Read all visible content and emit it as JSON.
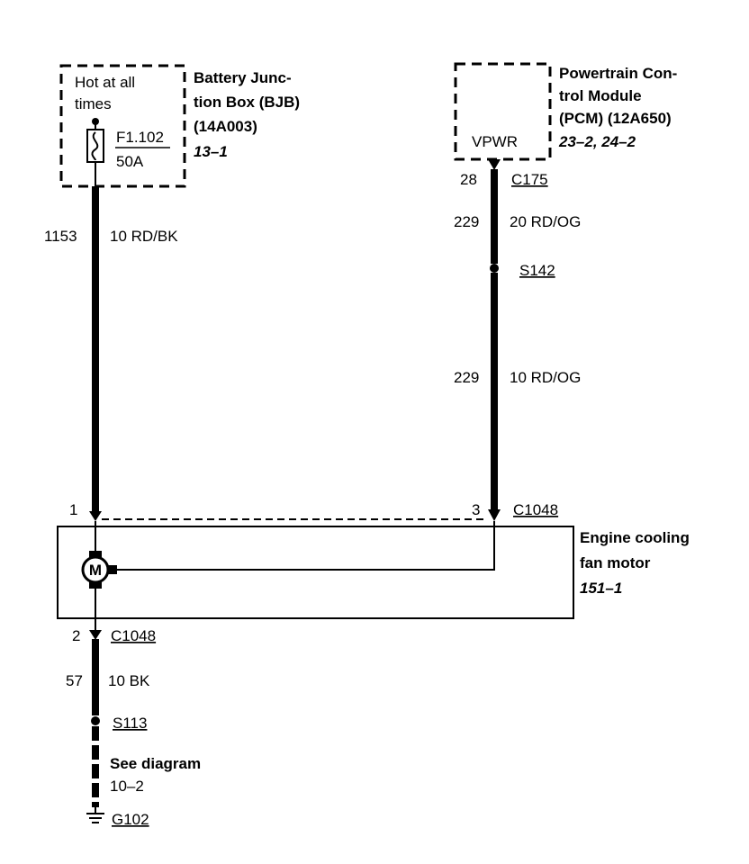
{
  "bjb": {
    "hot_line1": "Hot at all",
    "hot_line2": "times",
    "fuse_id": "F1.102",
    "fuse_rating": "50A",
    "name_line1": "Battery Junc-",
    "name_line2": "tion Box (BJB)",
    "part_number": "(14A003)",
    "page_ref": "13–1"
  },
  "pcm": {
    "pin_label": "VPWR",
    "name_line1": "Powertrain Con-",
    "name_line2": "trol Module",
    "name_line3": "(PCM) (12A650)",
    "page_ref": "23–2, 24–2",
    "pin_number": "28",
    "connector": "C175"
  },
  "wires": {
    "left_circuit": "1153",
    "left_gauge_color": "10 RD/BK",
    "right_upper_circuit": "229",
    "right_upper_gauge_color": "20 RD/OG",
    "splice_s142": "S142",
    "right_lower_circuit": "229",
    "right_lower_gauge_color": "10 RD/OG",
    "ground_circuit": "57",
    "ground_gauge_color": "10 BK",
    "splice_s113": "S113",
    "see_diagram_line1": "See diagram",
    "see_diagram_line2": "10–2",
    "ground_id": "G102"
  },
  "motor": {
    "pin1": "1",
    "pin3": "3",
    "connector_top": "C1048",
    "pin2": "2",
    "connector_bottom": "C1048",
    "symbol": "M",
    "name_line1": "Engine cooling",
    "name_line2": "fan motor",
    "page_ref": "151–1"
  }
}
